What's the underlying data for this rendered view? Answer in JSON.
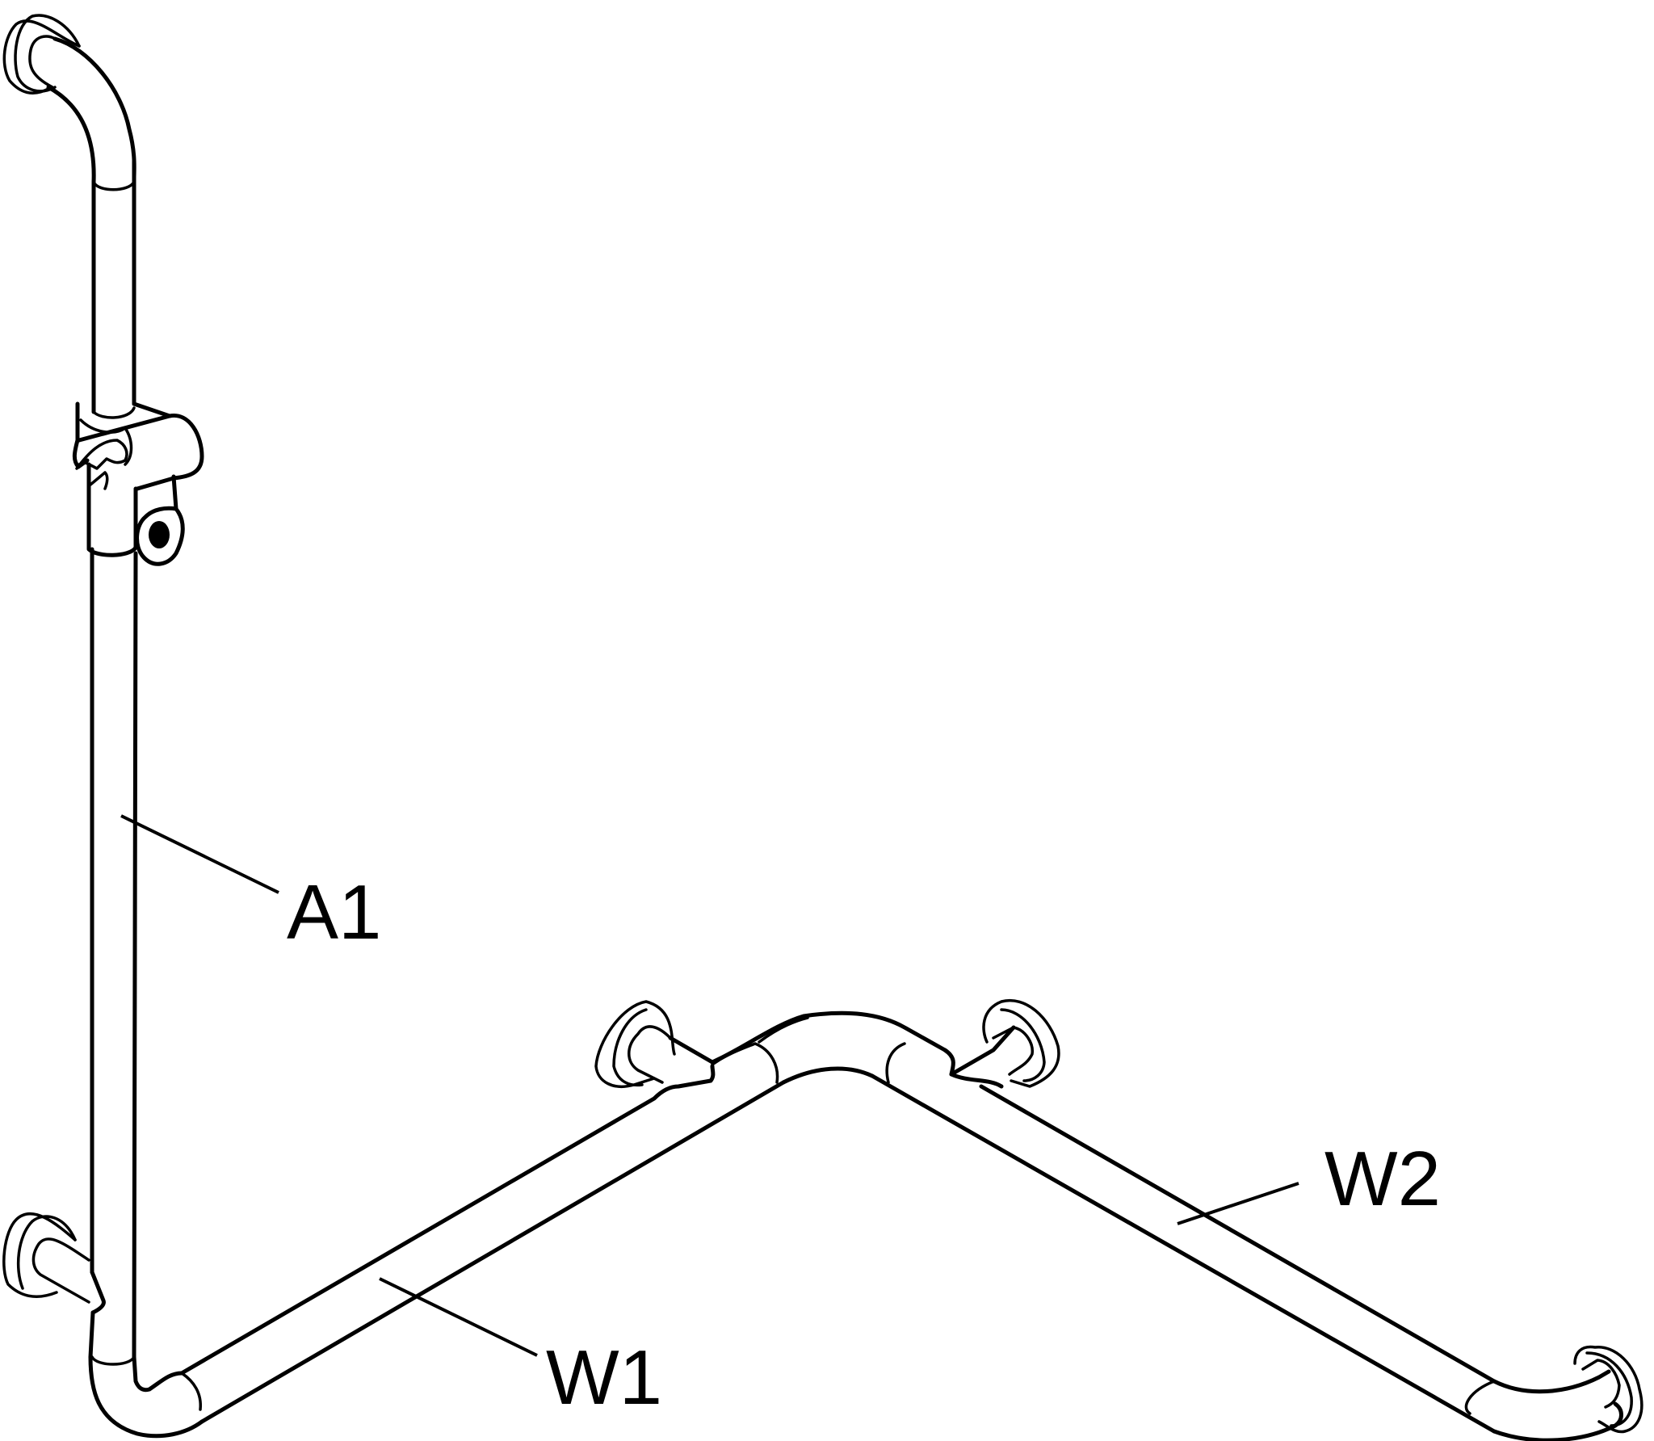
{
  "labels": {
    "a1": "A1",
    "w1": "W1",
    "w2": "W2"
  }
}
